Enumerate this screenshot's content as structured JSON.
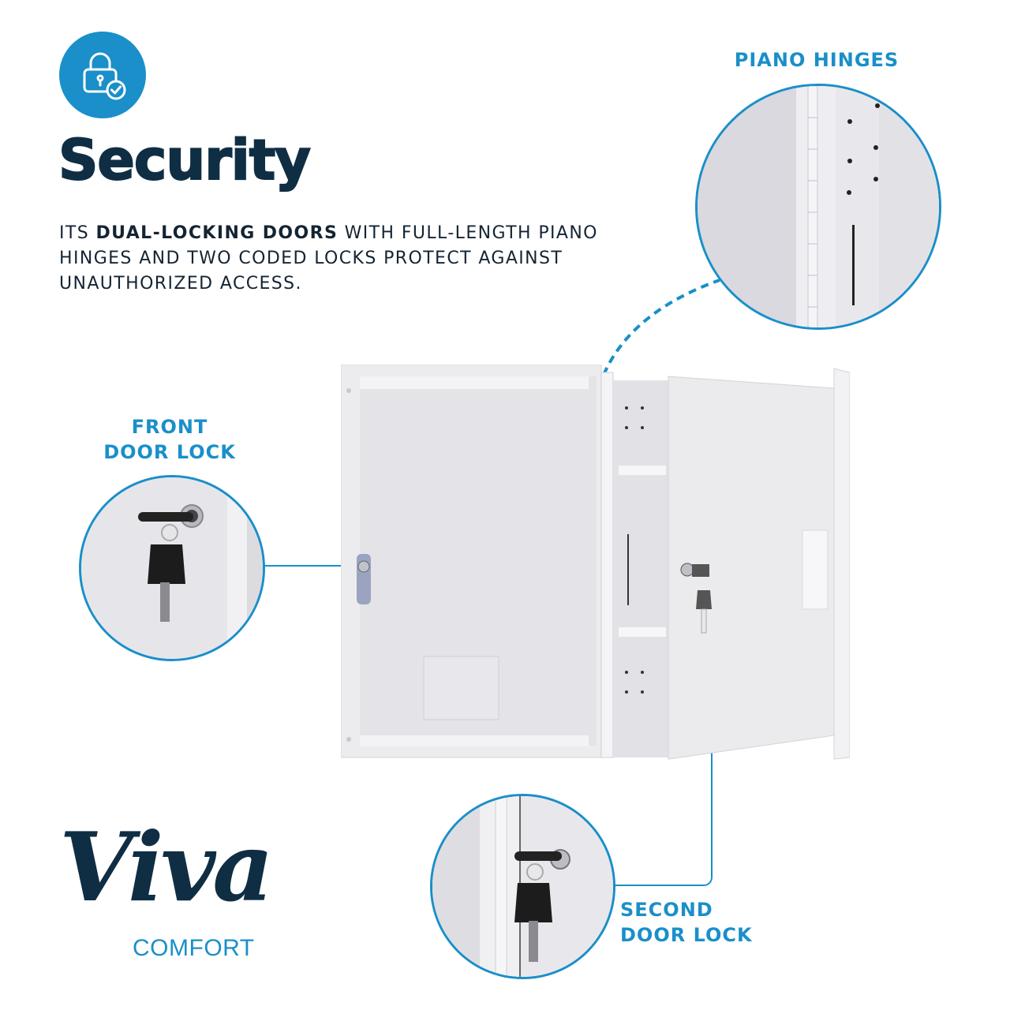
{
  "header": {
    "icon": "lock-check-icon",
    "title": "Security",
    "description": {
      "prefix": "ITS ",
      "bold": "DUAL-LOCKING DOORS",
      "suffix": " WITH FULL-LENGTH PIANO HINGES AND TWO CODED LOCKS PROTECT AGAINST UNAUTHORIZED ACCESS."
    }
  },
  "callouts": [
    {
      "id": "piano-hinges",
      "label_line1": "PIANO HINGES",
      "label_line2": ""
    },
    {
      "id": "front-door-lock",
      "label_line1": "FRONT",
      "label_line2": "DOOR LOCK"
    },
    {
      "id": "second-door-lock",
      "label_line1": "SECOND",
      "label_line2": "DOOR LOCK"
    }
  ],
  "brand": {
    "script": "Viva",
    "wordmark": "COMFORT"
  },
  "colors": {
    "accent": "#1a8fc9",
    "navy": "#0f2e44",
    "background": "#ffffff",
    "cabinet": "#ececef"
  }
}
